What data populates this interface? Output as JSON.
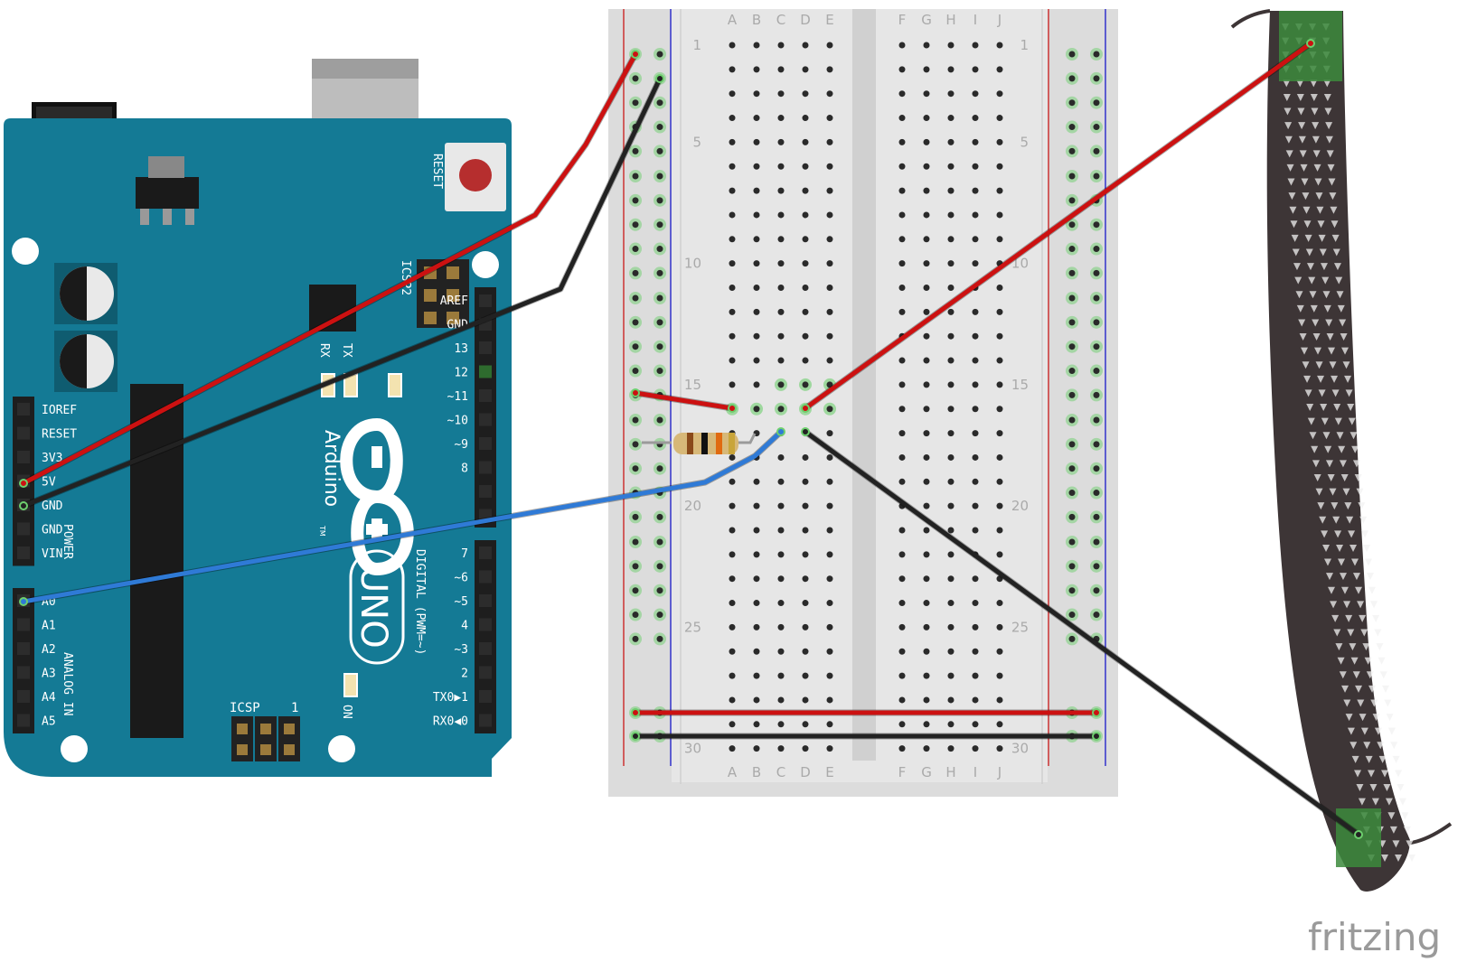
{
  "watermark": {
    "text": "fritzing"
  },
  "arduino": {
    "reset_label": "RESET",
    "icsp2_label": "ICSP2",
    "icsp_label": "ICSP",
    "icsp_pin1": "1",
    "tx_label": "TX",
    "rx_label": "RX",
    "brand": "Arduino",
    "trademark": "TM",
    "model": "UNO",
    "on_label": "ON",
    "digital_label": "DIGITAL (PWM=~)",
    "power_label": "POWER",
    "analog_label": "ANALOG IN",
    "header_colors": {
      "board": "#147a95",
      "board_dark": "#0e5f75",
      "silk": "#ffffff"
    },
    "power_pins": [
      "IOREF",
      "RESET",
      "3V3",
      "5V",
      "GND",
      "GND",
      "VIN"
    ],
    "analog_pins": [
      "A0",
      "A1",
      "A2",
      "A3",
      "A4",
      "A5"
    ],
    "digital_top_pins": [
      "AREF",
      "GND",
      "13",
      "12",
      "~11",
      "~10",
      "~9",
      "8"
    ],
    "digital_bottom_pins": [
      "7",
      "~6",
      "~5",
      "4",
      "~3",
      "2",
      "TX0▶1",
      "RX0◀0"
    ]
  },
  "breadboard": {
    "column_letters_left": [
      "A",
      "B",
      "C",
      "D",
      "E"
    ],
    "column_letters_right": [
      "F",
      "G",
      "H",
      "I",
      "J"
    ],
    "row_numbers": [
      "1",
      "5",
      "10",
      "15",
      "20",
      "25",
      "30"
    ],
    "row_count": 30
  },
  "wires": [
    {
      "name": "5v-wire",
      "color": "#cc1111"
    },
    {
      "name": "gnd-wire",
      "color": "#222222"
    },
    {
      "name": "a0-wire",
      "color": "#2f7ad6"
    },
    {
      "name": "sensor-top-wire",
      "color": "#cc1111"
    },
    {
      "name": "sensor-bottom-wire",
      "color": "#222222"
    },
    {
      "name": "rail-bridge-red",
      "color": "#cc1111"
    },
    {
      "name": "rail-bridge-black",
      "color": "#222222"
    }
  ],
  "resistor": {
    "bands": [
      "#8a4a1a",
      "#111111",
      "#e06a10",
      "#c9a53a"
    ]
  },
  "sensor": {
    "type": "knit-stretch-sensor",
    "color": "#3d3536",
    "pad_color": "#3c8a3c"
  }
}
